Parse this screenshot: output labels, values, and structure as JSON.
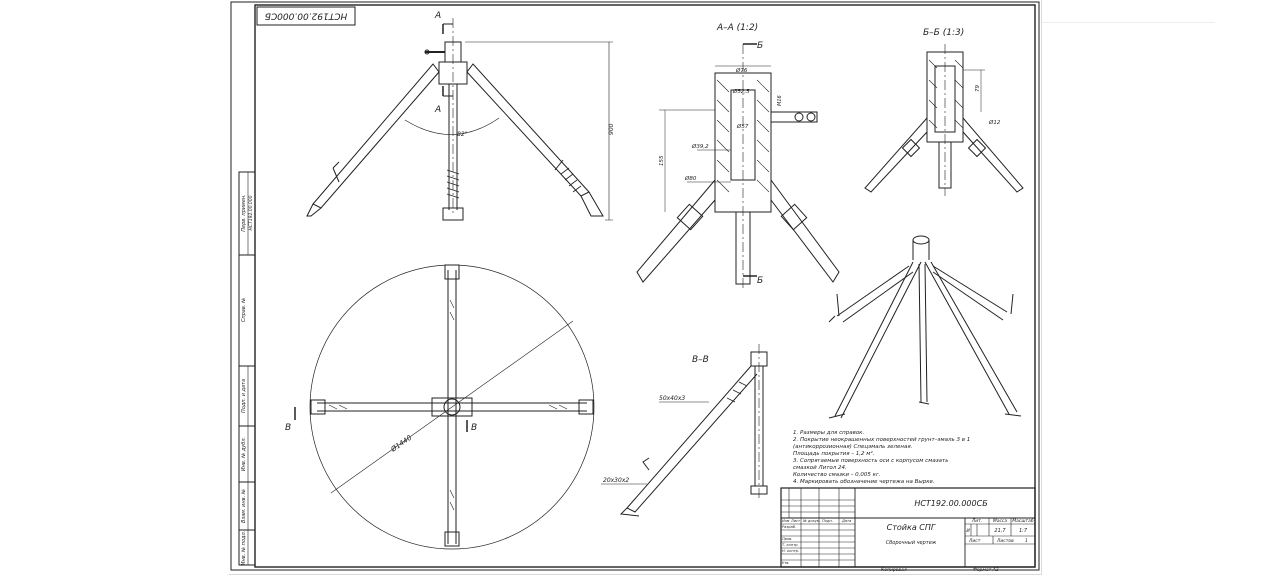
{
  "drawing": {
    "code_rotated": "НСТ192.00.000СБ",
    "section_aa": "А–А (1:2)",
    "section_bb": "Б–Б (1:3)",
    "view_vv": "В–В",
    "marks": {
      "a": "А",
      "b": "Б",
      "v": "В"
    },
    "dims": {
      "d76": "Ø76",
      "d52": "Ø52,5",
      "m16": "М16",
      "d57": "Ø57",
      "d39": "Ø39,2",
      "d80": "Ø80",
      "h155": "155",
      "h79": "79",
      "d12": "Ø12",
      "h900": "900",
      "angle": "82°",
      "d1440": "Ø1440",
      "profile1": "50х40х3",
      "profile2": "20х30х2"
    },
    "side_stamp": [
      "Перв. примен.",
      "НСТ192.00.000",
      "Справ. №",
      "Подп. и дата",
      "Инв. № дубл.",
      "Взам. инв. №",
      "Подп. и дата",
      "Инв. № подл."
    ],
    "notes": [
      "1.  Размеры для справок.",
      "2.  Покрытие неокрашенных поверхностей грунт–эмаль 3 в 1",
      "     (антикоррозионная) Спецэмаль зеленая.",
      "          Площадь покрытия – 1,2 м².",
      "3.  Сопрягаемые поверхность оси с корпусом смазать",
      "          смазкой Литол 24.",
      "          Количество смазки – 0,005 кг.",
      "4.  Маркировать обозначение чертежа на Вырке."
    ],
    "title_block": {
      "code": "НСТ192.00.000СБ",
      "name": "Стойка СПГ",
      "doc_type": "Сборочный чертеж",
      "col_lit": "Лит.",
      "col_mass": "Масса",
      "col_scale": "Масштаб",
      "lit_value": "И",
      "mass": "21,7",
      "scale": "1:7",
      "sheet_label": "Лист",
      "sheets_label": "Листов",
      "sheets_value": "1",
      "rows": [
        "Изм.",
        "Разраб.",
        "Пров.",
        "Т. контр.",
        "Н. контр.",
        "Утв."
      ],
      "header_cols": [
        "Изм",
        "Лист",
        "№ докум.",
        "Подп.",
        "Дата"
      ],
      "copied": "Копировал",
      "format": "Формат А2"
    }
  }
}
